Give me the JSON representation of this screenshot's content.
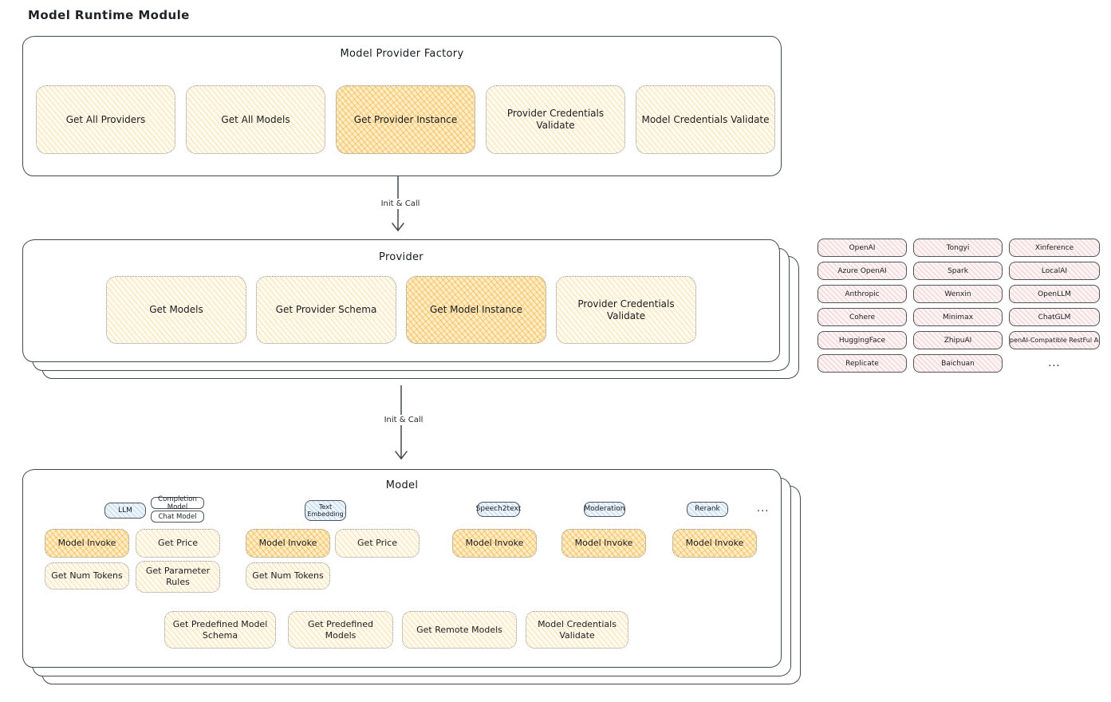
{
  "page_title": "Model Runtime Module",
  "factory": {
    "title": "Model Provider Factory",
    "buttons": [
      {
        "label": "Get All Providers",
        "highlighted": false
      },
      {
        "label": "Get All Models",
        "highlighted": false
      },
      {
        "label": "Get Provider Instance",
        "highlighted": true
      },
      {
        "label": "Provider Credentials Validate",
        "highlighted": false
      },
      {
        "label": "Model Credentials Validate",
        "highlighted": false
      }
    ]
  },
  "arrows": {
    "factory_to_provider": "Init & Call",
    "provider_to_model": "Init & Call"
  },
  "provider": {
    "title": "Provider",
    "buttons": [
      {
        "label": "Get Models",
        "highlighted": false
      },
      {
        "label": "Get Provider Schema",
        "highlighted": false
      },
      {
        "label": "Get Model Instance",
        "highlighted": true
      },
      {
        "label": "Provider Credentials Validate",
        "highlighted": false
      }
    ]
  },
  "model": {
    "title": "Model",
    "tags": {
      "llm": "LLM",
      "completion_model": "Completion Model",
      "chat_model": "Chat Model",
      "text_embedding": "Text Embedding",
      "speech2text": "Speech2text",
      "moderation": "Moderation",
      "rerank": "Rerank",
      "more": "..."
    },
    "ops": [
      {
        "label": "Model Invoke",
        "highlighted": true
      },
      {
        "label": "Get Price",
        "highlighted": false
      },
      {
        "label": "Get Num Tokens",
        "highlighted": false
      },
      {
        "label": "Get Parameter Rules",
        "highlighted": false
      },
      {
        "label": "Model Invoke",
        "highlighted": true
      },
      {
        "label": "Get Price",
        "highlighted": false
      },
      {
        "label": "Get Num Tokens",
        "highlighted": false
      },
      {
        "label": "Model Invoke",
        "highlighted": true
      },
      {
        "label": "Model Invoke",
        "highlighted": true
      },
      {
        "label": "Model Invoke",
        "highlighted": true
      },
      {
        "label": "Get Predefined Model Schema",
        "highlighted": false
      },
      {
        "label": "Get Predefined Models",
        "highlighted": false
      },
      {
        "label": "Get Remote Models",
        "highlighted": false
      },
      {
        "label": "Model Credentials Validate",
        "highlighted": false
      }
    ]
  },
  "providers_grid": {
    "items": [
      "OpenAI",
      "Tongyi",
      "Xinference",
      "Azure OpenAI",
      "Spark",
      "LocalAI",
      "Anthropic",
      "Wenxin",
      "OpenLLM",
      "Cohere",
      "Minimax",
      "ChatGLM",
      "HuggingFace",
      "ZhipuAI",
      "OpenAI-Compatible RestFul API",
      "Replicate",
      "Baichuan",
      "..."
    ]
  },
  "colors": {
    "box_stroke": "#44494f",
    "yellow_fill": "#fffaed",
    "yellow_hatch": "#f2c976",
    "highlight_fill": "#ffeec5",
    "highlight_hatch": "#eea632",
    "pink_fill": "#fcf4f4",
    "pink_hatch": "#e17878",
    "blue_fill": "#edf5fc",
    "blue_hatch": "#78aadc"
  }
}
